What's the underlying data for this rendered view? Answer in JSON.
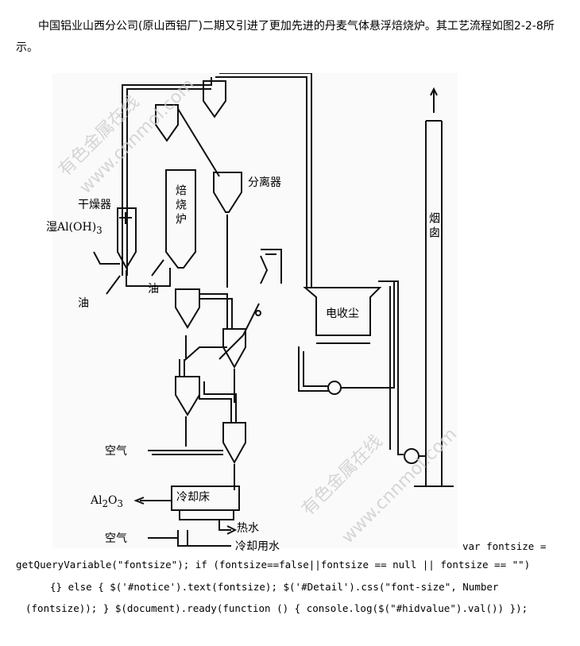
{
  "paragraph": "中国铝业山西分公司(原山西铝厂)二期又引进了更加先进的丹麦气体悬浮焙烧炉。其工艺流程如图2-2-8所示。",
  "figure": {
    "labels": {
      "dryer": "干燥器",
      "wet_feed": "湿Al(OH)",
      "wet_feed_sub": "3",
      "oil1": "油",
      "oil2": "油",
      "calciner": "焙烧炉",
      "separator": "分离器",
      "esp": "电收尘",
      "chimney": "烟囱",
      "air1": "空气",
      "product": "Al",
      "product_sub1": "2",
      "product_mid": "O",
      "product_sub2": "3",
      "cooling_bed": "冷却床",
      "hot_water": "热水",
      "air2": "空气",
      "cooling_water": "冷却用水"
    },
    "watermark": {
      "cn": "有色金属在线",
      "url": "www.cnnmol.com"
    }
  },
  "code_lines": [
    "var fontsize =",
    "getQueryVariable(\"fontsize\"); if (fontsize==false||fontsize == null || fontsize == \"\")",
    "{} else { $('#notice').text(fontsize); $('#Detail').css(\"font-size\", Number",
    "(fontsize)); } $(document).ready(function () { console.log($(\"#hidvalue\").val()) });"
  ]
}
